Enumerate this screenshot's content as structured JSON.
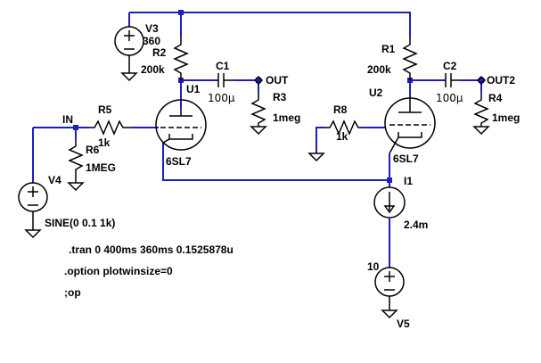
{
  "components": {
    "v3": {
      "name": "V3",
      "value": "360"
    },
    "r2": {
      "name": "R2",
      "value": "200k"
    },
    "c1": {
      "name": "C1",
      "value": "100µ"
    },
    "r3": {
      "name": "R3",
      "value": "1meg"
    },
    "u1": {
      "name": "U1",
      "model": "6SL7"
    },
    "r5": {
      "name": "R5",
      "value": "1k"
    },
    "r6": {
      "name": "R6",
      "value": "1MEG"
    },
    "v4": {
      "name": "V4",
      "value": "SINE(0 0.1 1k)"
    },
    "r1": {
      "name": "R1",
      "value": "200k"
    },
    "c2": {
      "name": "C2",
      "value": "100µ"
    },
    "r4": {
      "name": "R4",
      "value": "1meg"
    },
    "r8": {
      "name": "R8",
      "value": "1k"
    },
    "u2": {
      "name": "U2",
      "model": "6SL7"
    },
    "i1": {
      "name": "I1",
      "value": "2.4m"
    },
    "v5": {
      "name": "V5",
      "value": "10"
    }
  },
  "nets": {
    "in": "IN",
    "out": "OUT",
    "out2": "OUT2"
  },
  "directives": [
    ".tran 0 400ms 360ms 0.1525878u",
    ".option plotwinsize=0",
    ";op"
  ],
  "colors": {
    "wire": "#1f1fb8",
    "component": "#000000",
    "background": "#ffffff"
  }
}
